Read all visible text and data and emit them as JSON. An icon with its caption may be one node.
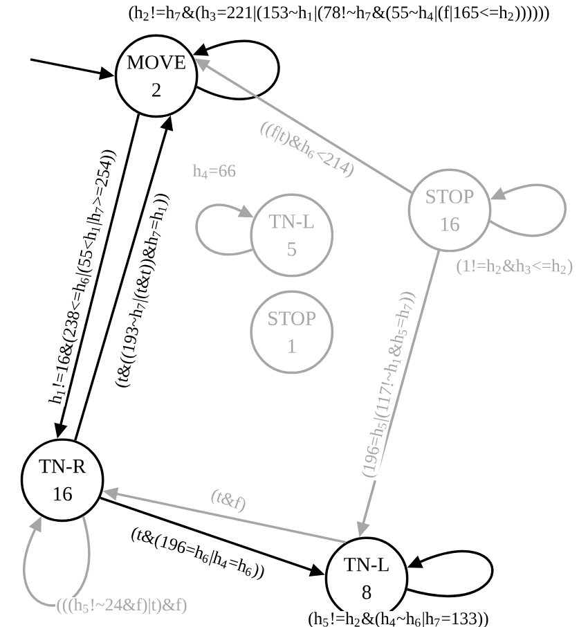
{
  "diagram": {
    "nodes": [
      {
        "text": [
          "MOVE",
          "2"
        ]
      },
      {
        "text": [
          "STOP",
          "16"
        ]
      },
      {
        "text": [
          "TN-L",
          "5"
        ]
      },
      {
        "text": [
          "STOP",
          "1"
        ]
      },
      {
        "text": [
          "TN-R",
          "16"
        ]
      },
      {
        "text": [
          "TN-L",
          "8"
        ]
      }
    ],
    "edges": [
      {
        "from": null,
        "to": 0,
        "arrow": "to"
      },
      {
        "from": 0,
        "to": 0,
        "arrow": "to",
        "label": "(h$_{2}$!=h$_{7}$&(h$_{3}$=221|(153~h$_{1}$|(78!~h$_{7}$&(55~h$_{4}$|(f|165<=h$_{2}$))))))"
      },
      {
        "from": 1,
        "to": 0,
        "arrow": "to",
        "label": "((f|t)&h$_{6}$<214)",
        "color": "#a6a6a6"
      },
      {
        "from": 1,
        "to": 1,
        "arrow": "to",
        "label": "(1!=h$_{2}$&h$_{3}$<=h$_{2}$)",
        "color": "#a6a6a6"
      },
      {
        "from": 2,
        "to": 2,
        "arrow": "to",
        "label": "h$_{4}$=66",
        "color": "#a6a6a6"
      },
      {
        "from": 0,
        "to": 4,
        "arrow": "to",
        "label": "h$_{1}$!=16&(238<=h$_{6}$|(55<h$_{1}$|h$_{7}$>=254))"
      },
      {
        "from": 4,
        "to": 0,
        "arrow": "to",
        "label": "(t&((193~h$_{7}$|(t&t))&h$_{7}$=h$_{1}$))"
      },
      {
        "from": 1,
        "to": 5,
        "arrow": "to",
        "label": "(196=h$_{5}$|(117!~h$_{1}$&h$_{5}$=h$_{7}$))",
        "color": "#a6a6a6"
      },
      {
        "from": 5,
        "to": 4,
        "arrow": "to",
        "label": "(t&f)",
        "color": "#a6a6a6"
      },
      {
        "from": 4,
        "to": 5,
        "arrow": "to",
        "label": "(t&(196=h$_{6}$|h$_{4}$=h$_{6}$))"
      },
      {
        "from": 4,
        "to": 4,
        "arrow": "to",
        "label": "(((h$_{5}$!~24&f)|t)&f)",
        "color": "#a6a6a6"
      },
      {
        "from": 5,
        "to": 5,
        "arrow": "to",
        "label": "(h$_{5}$!=h$_{2}$&(h$_{4}$~h$_{6}$|h$_{7}$=133))"
      }
    ]
  }
}
